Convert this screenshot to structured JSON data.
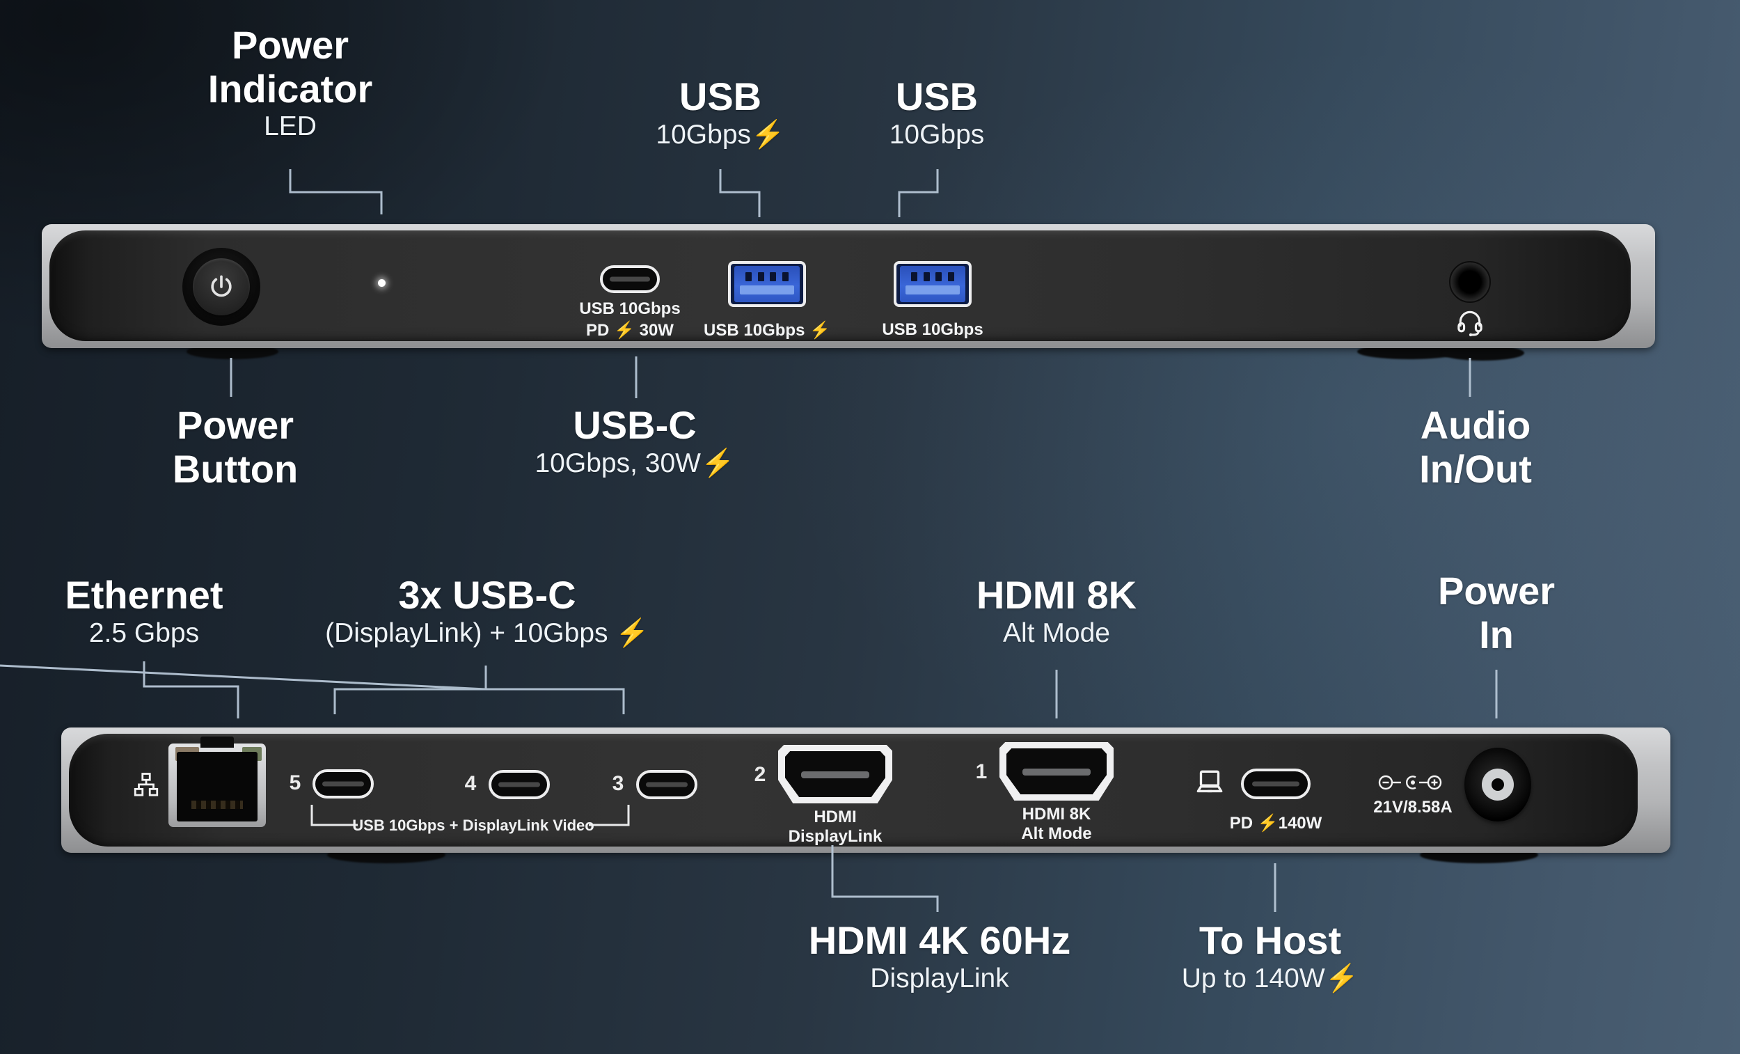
{
  "colors": {
    "background_dark": "#161e27",
    "background_steel": "#4a5f73",
    "callout_line": "#b5c5d5",
    "device_silver": "#b9babc",
    "device_face": "#2e2e2e",
    "usb_port_blue": "#3a66d8",
    "label_text": "#ffffff",
    "ethernet_led_amber": "#8a7a66",
    "ethernet_led_green": "#6f7d5c"
  },
  "icons": {
    "power_button": "power-symbol-icon",
    "audio": "headset-icon",
    "ethernet": "lan-tree-icon",
    "host": "laptop-icon",
    "power_polarity": "center-positive-polarity-icon"
  },
  "front": {
    "callouts": {
      "power_indicator": {
        "line1": "Power",
        "line2": "Indicator",
        "subtitle": "LED"
      },
      "usb_fast": {
        "title": "USB",
        "subtitle": "10Gbps⚡"
      },
      "usb": {
        "title": "USB",
        "subtitle": "10Gbps"
      },
      "power_button": {
        "line1": "Power",
        "line2": "Button"
      },
      "usb_c": {
        "title": "USB-C",
        "subtitle": "10Gbps, 30W⚡"
      },
      "audio": {
        "line1": "Audio",
        "line2": "In/Out"
      }
    },
    "device": {
      "usbc_label_line1": "USB 10Gbps",
      "usbc_label_line2": "PD ⚡ 30W",
      "usba1_label": "USB 10Gbps ⚡",
      "usba2_label": "USB 10Gbps"
    }
  },
  "back": {
    "callouts": {
      "ethernet": {
        "title": "Ethernet",
        "subtitle": "2.5 Gbps"
      },
      "usbc3": {
        "title": "3x USB-C",
        "subtitle": "(DisplayLink) + 10Gbps ⚡"
      },
      "hdmi8k": {
        "title": "HDMI 8K",
        "subtitle": "Alt Mode"
      },
      "power_in": {
        "line1": "Power",
        "line2": "In"
      },
      "hdmi4k": {
        "title": "HDMI 4K 60Hz",
        "subtitle": "DisplayLink"
      },
      "to_host": {
        "title": "To Host",
        "subtitle": "Up to 140W⚡"
      }
    },
    "device": {
      "numbers": [
        "5",
        "4",
        "3",
        "2",
        "1"
      ],
      "bracket_label": "USB 10Gbps + DisplayLink Video",
      "hdmi2_line1": "HDMI",
      "hdmi2_line2": "DisplayLink",
      "hdmi1_line1": "HDMI 8K",
      "hdmi1_line2": "Alt Mode",
      "host_label": "PD ⚡140W",
      "power_spec": "21V/8.58A"
    }
  }
}
